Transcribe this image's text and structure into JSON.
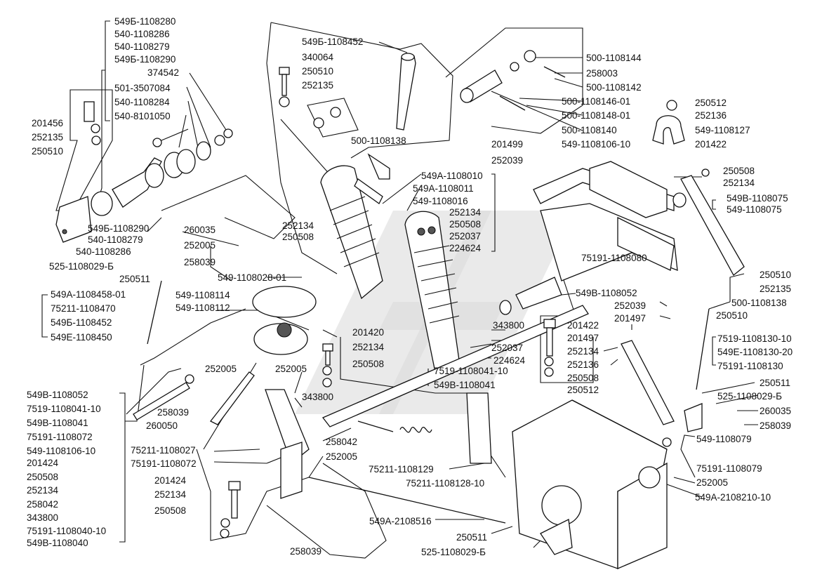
{
  "part_numbers": {
    "tl_stack": [
      "549Б-1108280",
      "540-1108286",
      "540-1108279",
      "549Б-1108290",
      "374542",
      "501-3507084",
      "540-1108284",
      "540-8101050"
    ],
    "top_mid": [
      "549Б-1108452",
      "340064",
      "250510",
      "252135",
      "500-1108138"
    ],
    "top_right": [
      "500-1108144",
      "258003",
      "500-1108142",
      "500-1108146-01",
      "500-1108148-01",
      "500-1108140",
      "250512",
      "252136",
      "549-1108127",
      "549-1108106-10",
      "201422",
      "201499",
      "252039"
    ],
    "left_group": [
      "201456",
      "252135",
      "250510",
      "549Б-1108290",
      "540-1108279",
      "540-1108286",
      "525-1108029-Б",
      "250511",
      "549А-1108458-01",
      "75211-1108470",
      "549Б-1108452",
      "549Е-1108450"
    ],
    "pedal_group": [
      "549А-1108010",
      "549А-1108011",
      "549-1108016",
      "252134",
      "250508",
      "252037",
      "224624",
      "260035",
      "252005",
      "258039",
      "252134",
      "250508",
      "549-1108028-01"
    ],
    "right_group": [
      "250508",
      "252134",
      "549В-1108075",
      "549-1108075",
      "250510",
      "252135",
      "500-1108138",
      "250510",
      "75191-1108080",
      "549В-1108052",
      "252039",
      "201497",
      "201422",
      "201497",
      "252134",
      "252136",
      "250508",
      "250512",
      "7519-1108130-10",
      "549Е-1108130-20",
      "75191-1108130",
      "250511",
      "525-1108029-Б",
      "260035",
      "258039",
      "549-1108079",
      "75191-1108079",
      "252005",
      "549А-2108210-10"
    ],
    "center_group": [
      "549-1108114",
      "549-1108112",
      "201420",
      "252134",
      "250508",
      "343800",
      "252037",
      "224624",
      "7519-1108041-10",
      "549В-1108041",
      "252005",
      "252005",
      "343800",
      "258039",
      "260050",
      "75211-1108027",
      "75191-1108072",
      "258042",
      "252005",
      "75211-1108129",
      "75211-1108128-10",
      "201424",
      "252134",
      "250508",
      "549А-2108516",
      "250511",
      "525-1108029-Б",
      "258039"
    ],
    "bl_stack": [
      "549В-1108052",
      "7519-1108041-10",
      "549В-1108041",
      "75191-1108072",
      "549-1108106-10",
      "201424",
      "250508",
      "252134",
      "258042",
      "343800",
      "75191-1108040-10",
      "549В-1108040"
    ]
  }
}
